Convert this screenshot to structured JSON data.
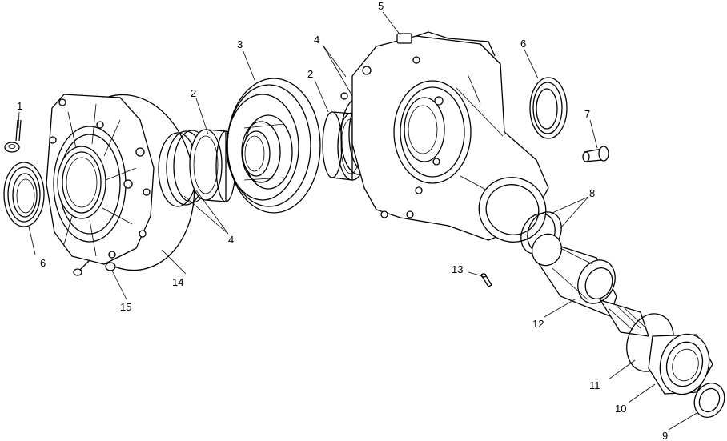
{
  "callouts": [
    {
      "id": "c1",
      "label": "1"
    },
    {
      "id": "c2a",
      "label": "2"
    },
    {
      "id": "c2b",
      "label": "2"
    },
    {
      "id": "c3",
      "label": "3"
    },
    {
      "id": "c4a",
      "label": "4"
    },
    {
      "id": "c4b",
      "label": "4"
    },
    {
      "id": "c5",
      "label": "5"
    },
    {
      "id": "c6a",
      "label": "6"
    },
    {
      "id": "c6b",
      "label": "6"
    },
    {
      "id": "c7",
      "label": "7"
    },
    {
      "id": "c8",
      "label": "8"
    },
    {
      "id": "c9",
      "label": "9"
    },
    {
      "id": "c10",
      "label": "10"
    },
    {
      "id": "c11",
      "label": "11"
    },
    {
      "id": "c12",
      "label": "12"
    },
    {
      "id": "c13",
      "label": "13"
    },
    {
      "id": "c14",
      "label": "14"
    },
    {
      "id": "c15",
      "label": "15"
    }
  ]
}
